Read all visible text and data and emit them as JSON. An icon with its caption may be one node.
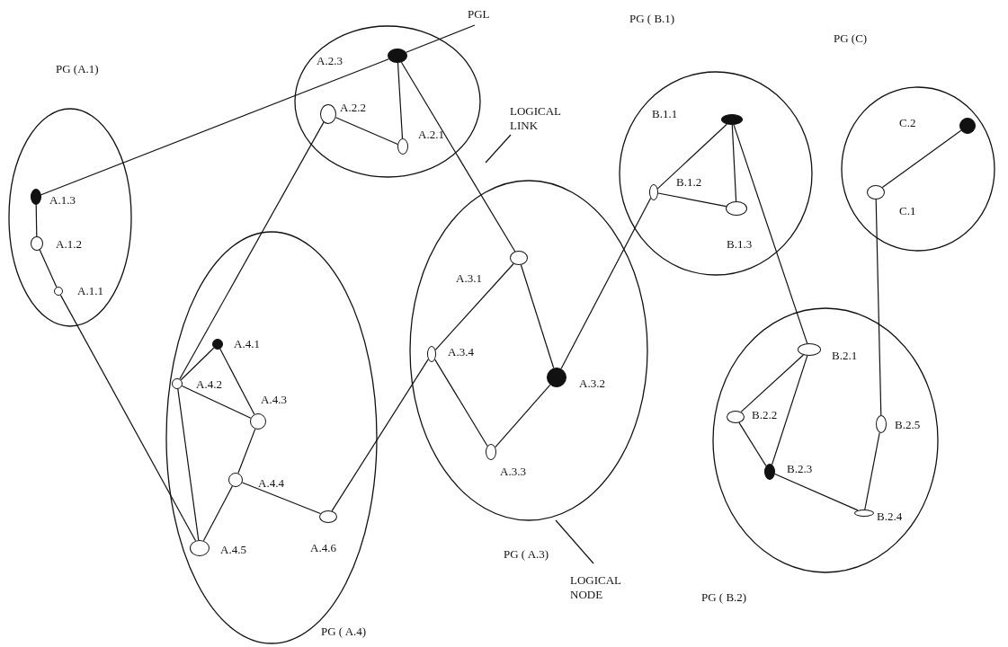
{
  "diagram": {
    "nodes": [
      {
        "text": [
          "PG (A.1)"
        ]
      },
      {
        "text": [],
        "shape": "circle",
        "in": 0,
        "beside": [
          "A.1.3"
        ]
      },
      {
        "text": [],
        "shape": "circle",
        "in": 0,
        "beside": [
          "A.1.2"
        ]
      },
      {
        "text": [],
        "shape": "circle",
        "in": 0,
        "beside": [
          "A.1.1"
        ]
      },
      {
        "text": [],
        "shape": "circle"
      },
      {
        "text": [],
        "shape": "circle",
        "in": 4,
        "beside": [
          "A.2.3"
        ]
      },
      {
        "text": [],
        "shape": "circle",
        "in": 4,
        "beside": [
          "A.2.2"
        ]
      },
      {
        "text": [],
        "shape": "circle",
        "in": 4,
        "beside": [
          "A.2.1"
        ]
      },
      {
        "text": [
          "PGL"
        ]
      },
      {
        "text": [
          "LOGICAL LINK"
        ]
      },
      {
        "text": [
          "PG ( B.1)"
        ]
      },
      {
        "text": [],
        "shape": "circle",
        "in": 10,
        "beside": [
          "B.1.1"
        ]
      },
      {
        "text": [],
        "shape": "circle",
        "in": 10,
        "beside": [
          "B.1.2"
        ]
      },
      {
        "text": [],
        "shape": "circle",
        "in": 10,
        "beside": [
          "B.1.3"
        ]
      },
      {
        "text": [
          "PG (C)"
        ]
      },
      {
        "text": [],
        "shape": "circle",
        "in": 14,
        "beside": [
          "C.2"
        ]
      },
      {
        "text": [],
        "shape": "circle",
        "in": 14,
        "beside": [
          "C.1"
        ]
      },
      {
        "text": [
          "PG ( A.3)"
        ]
      },
      {
        "text": [],
        "shape": "circle",
        "in": 17,
        "beside": [
          "A.3.1"
        ]
      },
      {
        "text": [],
        "shape": "circle",
        "in": 17,
        "beside": [
          "A.3.4"
        ]
      },
      {
        "text": [],
        "shape": "circle",
        "in": 17,
        "beside": [
          "A.3.2"
        ]
      },
      {
        "text": [],
        "shape": "circle",
        "in": 17,
        "beside": [
          "A.3.3"
        ]
      },
      {
        "text": [
          "PG ( A.4)"
        ]
      },
      {
        "text": [],
        "shape": "circle",
        "in": 22,
        "beside": [
          "A.4.1"
        ]
      },
      {
        "text": [],
        "shape": "circle",
        "in": 22,
        "beside": [
          "A.4.2"
        ]
      },
      {
        "text": [],
        "shape": "circle",
        "in": 22,
        "beside": [
          "A.4.3"
        ]
      },
      {
        "text": [],
        "shape": "circle",
        "in": 22,
        "beside": [
          "A.4.4"
        ]
      },
      {
        "text": [],
        "shape": "circle",
        "in": 22,
        "beside": [
          "A.4.5"
        ]
      },
      {
        "text": [],
        "shape": "circle",
        "in": 22,
        "beside": [
          "A.4.6"
        ]
      },
      {
        "text": [
          "PG ( B.2)"
        ]
      },
      {
        "text": [],
        "shape": "circle",
        "in": 29,
        "beside": [
          "B.2.1"
        ]
      },
      {
        "text": [],
        "shape": "circle",
        "in": 29,
        "beside": [
          "B.2.2"
        ]
      },
      {
        "text": [],
        "shape": "circle",
        "in": 29,
        "beside": [
          "B.2.5"
        ]
      },
      {
        "text": [],
        "shape": "circle",
        "in": 29,
        "beside": [
          "B.2.3"
        ]
      },
      {
        "text": [],
        "shape": "circle",
        "in": 29,
        "beside": [
          "B.2.4"
        ]
      },
      {
        "text": [
          "LOGICAL NODE"
        ]
      }
    ],
    "edges": [
      {
        "from": 1,
        "to": 2,
        "arrow": "none"
      },
      {
        "from": 2,
        "to": 3,
        "arrow": "none"
      },
      {
        "from": 1,
        "to": 5,
        "arrow": "none"
      },
      {
        "from": 8,
        "to": 5,
        "arrow": "none"
      },
      {
        "from": 5,
        "to": 7,
        "arrow": "none"
      },
      {
        "from": 6,
        "to": 7,
        "arrow": "none"
      },
      {
        "from": 5,
        "to": 18,
        "arrow": "none"
      },
      {
        "from": 6,
        "to": 24,
        "arrow": "none"
      },
      {
        "from": 9,
        "to": null,
        "arrow": "none"
      },
      {
        "from": 11,
        "to": 12,
        "arrow": "none"
      },
      {
        "from": 11,
        "to": 13,
        "arrow": "none"
      },
      {
        "from": 12,
        "to": 13,
        "arrow": "none"
      },
      {
        "from": 11,
        "to": 30,
        "arrow": "none"
      },
      {
        "from": 15,
        "to": 16,
        "arrow": "none"
      },
      {
        "from": 16,
        "to": 32,
        "arrow": "none"
      },
      {
        "from": 18,
        "to": 19,
        "arrow": "none"
      },
      {
        "from": 18,
        "to": 20,
        "arrow": "none"
      },
      {
        "from": 19,
        "to": 21,
        "arrow": "none"
      },
      {
        "from": 21,
        "to": 20,
        "arrow": "none"
      },
      {
        "from": 20,
        "to": 12,
        "arrow": "none"
      },
      {
        "from": 3,
        "to": 27,
        "arrow": "none"
      },
      {
        "from": 23,
        "to": 24,
        "arrow": "none"
      },
      {
        "from": 23,
        "to": 25,
        "arrow": "none"
      },
      {
        "from": 24,
        "to": 25,
        "arrow": "none"
      },
      {
        "from": 24,
        "to": 27,
        "arrow": "none"
      },
      {
        "from": 25,
        "to": 26,
        "arrow": "none"
      },
      {
        "from": 26,
        "to": 27,
        "arrow": "none"
      },
      {
        "from": 26,
        "to": 28,
        "arrow": "none"
      },
      {
        "from": 28,
        "to": 19,
        "arrow": "none"
      },
      {
        "from": 30,
        "to": 31,
        "arrow": "none"
      },
      {
        "from": 30,
        "to": 33,
        "arrow": "none"
      },
      {
        "from": 31,
        "to": 33,
        "arrow": "none"
      },
      {
        "from": 33,
        "to": 34,
        "arrow": "none"
      },
      {
        "from": 32,
        "to": 34,
        "arrow": "none"
      },
      {
        "from": 35,
        "to": 17,
        "arrow": "none"
      }
    ]
  }
}
